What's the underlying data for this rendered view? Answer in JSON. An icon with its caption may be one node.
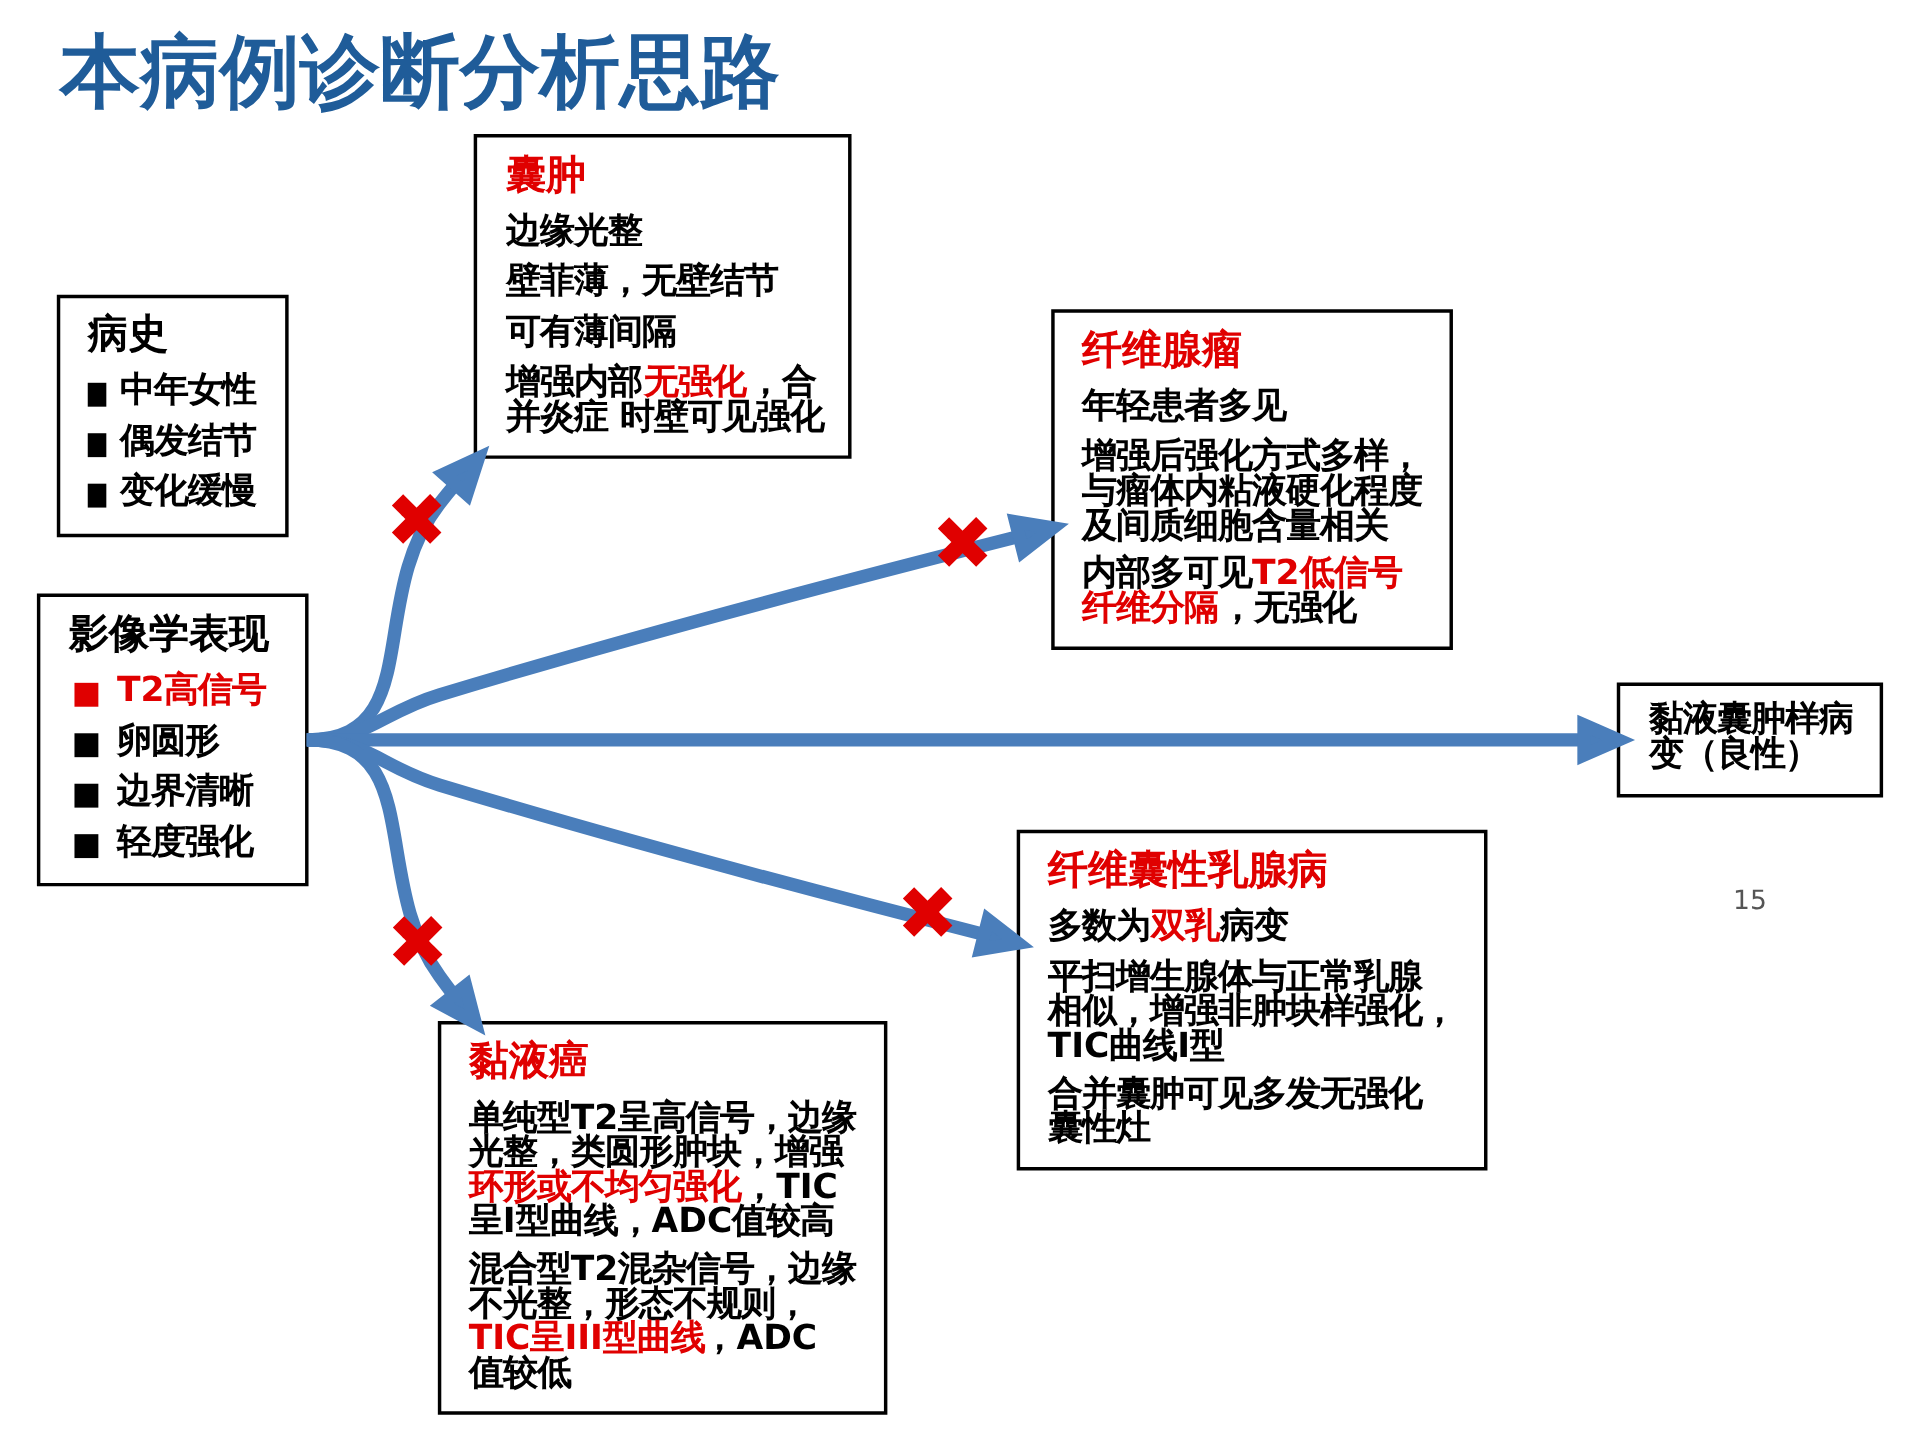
{
  "diagram": {
    "title": "本病例诊断分析思路",
    "nodes": [
      {
        "text": [
          "病史",
          "中年女性",
          "偶发结节",
          "变化缓慢"
        ]
      },
      {
        "text": [
          "囊肿",
          "边缘光整",
          "壁菲薄，无壁结节",
          "可有薄间隔",
          "增强内部**无强化**，合并炎症 时壁可见强化"
        ]
      },
      {
        "text": [
          "纤维腺瘤",
          "年轻患者多见",
          "增强后强化方式多样，与瘤体内粘液硬化程度及间质细胞含量相关",
          "内部多可见**T2低信号纤维分隔**，无强化"
        ]
      },
      {
        "text": [
          "影像学表现",
          "T2高信号",
          "卵圆形",
          "边界清晰",
          "轻度强化"
        ]
      },
      {
        "text": [
          "黏液囊肿样病变（良性）"
        ]
      },
      {
        "text": [
          "黏液癌",
          "单纯型T2呈高信号，边缘光整，类圆形肿块，增强**环形或不均匀强化**，TIC呈I型曲线，ADC值较高",
          "混合型T2混杂信号，边缘不光整，形态不规则，**TIC呈III型曲线**，ADC值较低"
        ]
      },
      {
        "text": [
          "纤维囊性乳腺病",
          "多数为**双乳**病变",
          "平扫增生腺体与正常乳腺相似，增强非肿块样强化，TIC曲线I型",
          "合并囊肿可见多发无强化囊性灶"
        ]
      }
    ],
    "edges": [
      {
        "from": 3,
        "to": 1,
        "arrow": "to",
        "label": "✖"
      },
      {
        "from": 3,
        "to": 2,
        "arrow": "to",
        "label": "✖"
      },
      {
        "from": 3,
        "to": 4,
        "arrow": "to"
      },
      {
        "from": 3,
        "to": 6,
        "arrow": "to",
        "label": "✖"
      },
      {
        "from": 3,
        "to": 5,
        "arrow": "to",
        "label": "✖"
      }
    ],
    "labels": [
      "15"
    ]
  }
}
